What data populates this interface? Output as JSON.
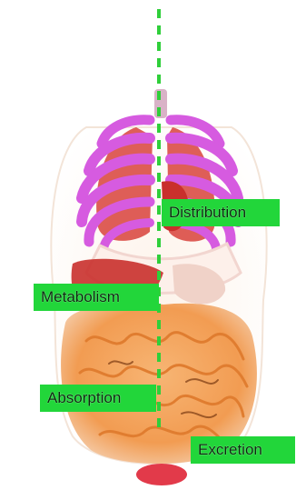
{
  "labels": {
    "distribution": "Distribution",
    "metabolism": "Metabolism",
    "absorption": "Absorption",
    "excretion": "Excretion"
  },
  "colors": {
    "label_background": "#22d63a",
    "dashed_line": "#2fcf3a",
    "ribs": "#d65be0",
    "intestines": "#f2a25a",
    "liver": "#c9302c"
  }
}
